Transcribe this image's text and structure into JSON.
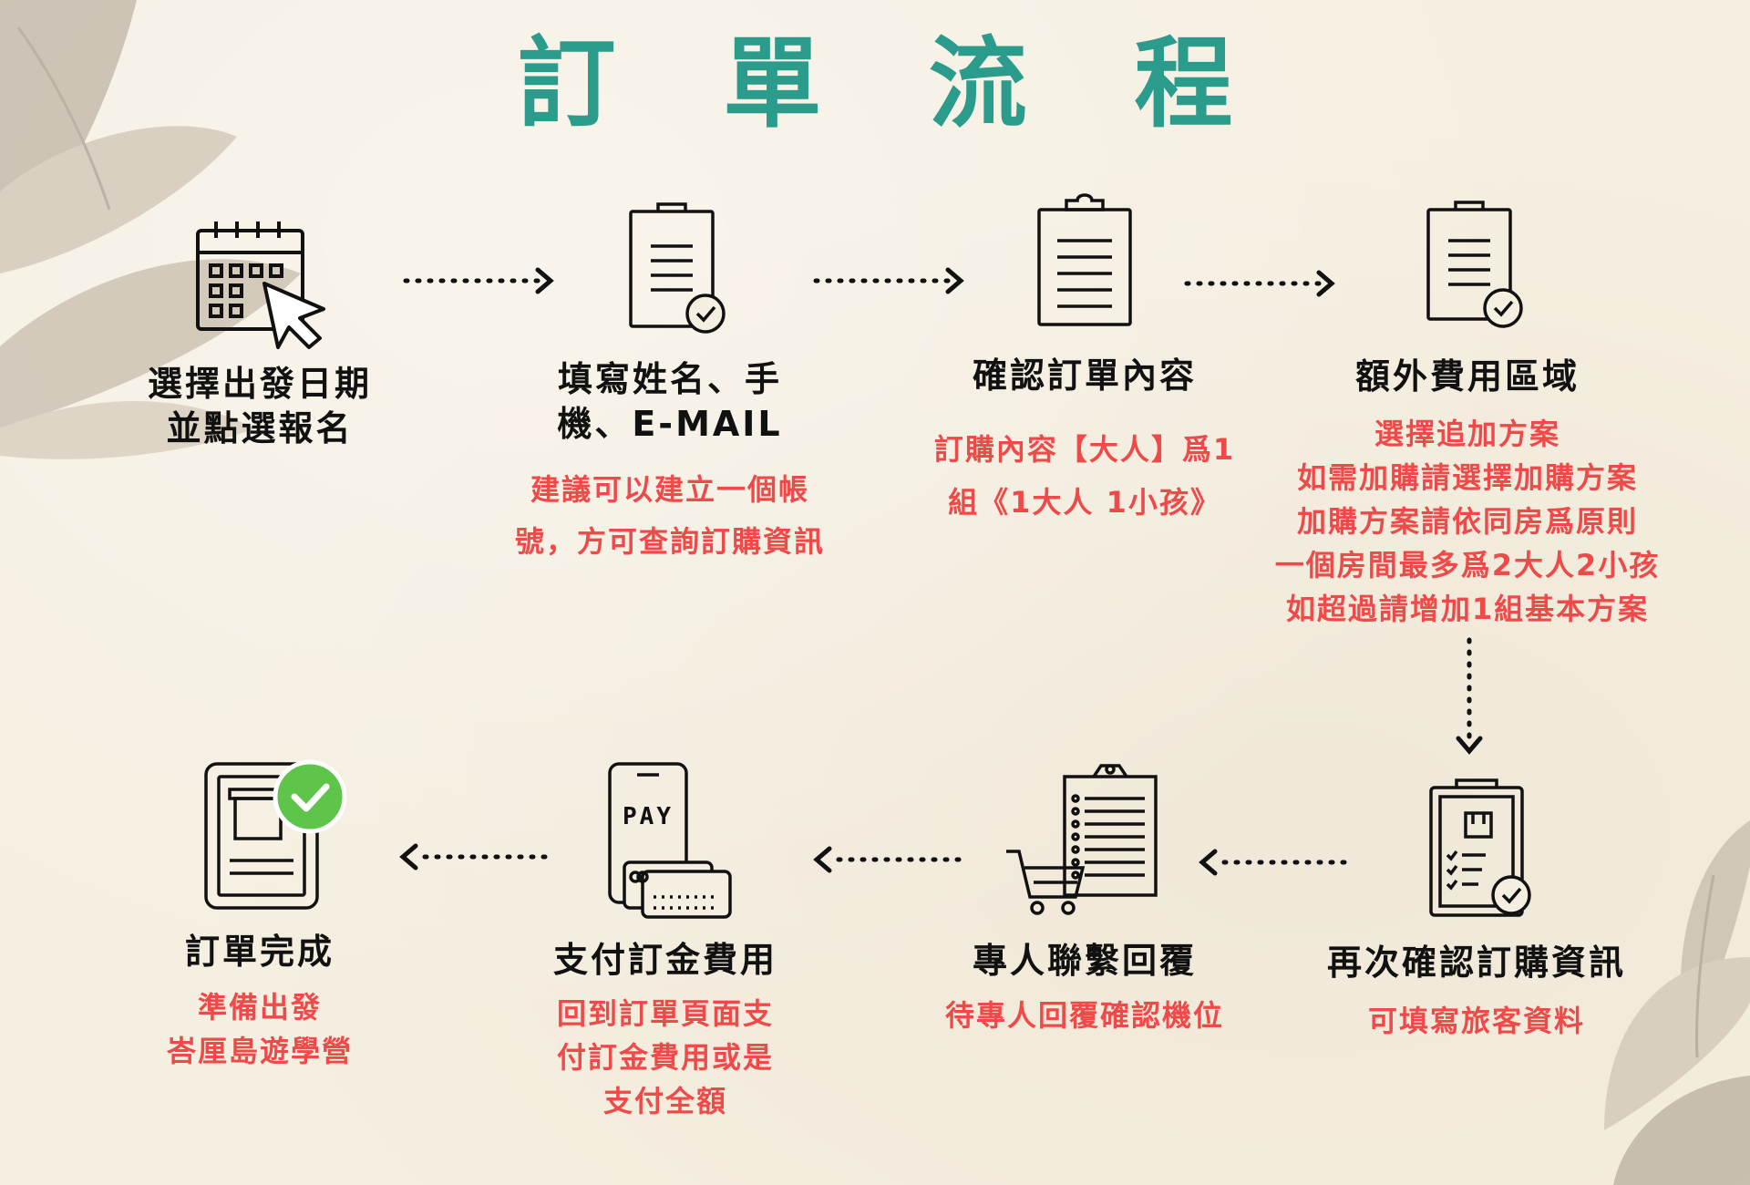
{
  "title": "訂 單 流 程",
  "steps": [
    {
      "label": "選擇出發日期\n並點選報名",
      "note": ""
    },
    {
      "label": "填寫姓名、手\n機、E-MAIL",
      "note": "建議可以建立一個帳\n號，方可查詢訂購資訊"
    },
    {
      "label": "確認訂單內容",
      "note": "訂購內容【大人】爲1\n組《1大人 1小孩》"
    },
    {
      "label": "額外費用區域",
      "note": "選擇追加方案\n如需加購請選擇加購方案\n加購方案請依同房爲原則\n一個房間最多爲2大人2小孩\n如超過請增加1組基本方案"
    },
    {
      "label": "再次確認訂購資訊",
      "note": "可填寫旅客資料"
    },
    {
      "label": "專人聯繫回覆",
      "note": "待專人回覆確認機位"
    },
    {
      "label": "支付訂金費用",
      "note": "回到訂單頁面支\n付訂金費用或是\n支付全額"
    },
    {
      "label": "訂單完成",
      "note": "準備出發\n峇厘島遊學營"
    }
  ],
  "icons": {
    "calendar": "calendar-click-icon",
    "form": "form-check-icon",
    "clipboard": "clipboard-list-icon",
    "form2": "form-check-icon",
    "checklist": "clipboard-checklist-icon",
    "cart": "cart-list-icon",
    "pay": "phone-pay-card-icon",
    "done": "order-complete-icon",
    "pay_text": "PAY"
  },
  "colors": {
    "title": "#2b9b8b",
    "label": "#111111",
    "note": "#ef4a4a",
    "check_green": "#5ec44a",
    "background": "#f5efe1"
  }
}
